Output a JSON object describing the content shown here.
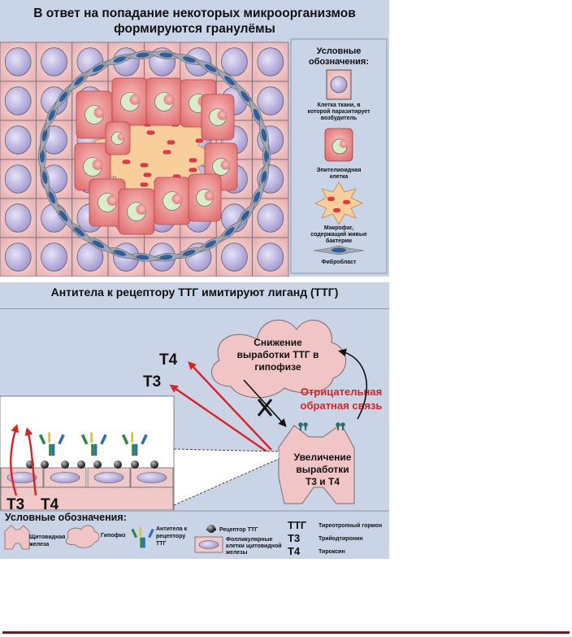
{
  "granuloma": {
    "title_line1": "В ответ на попадание некоторых микроорганизмов",
    "title_line2": "формируются гранулёмы",
    "legend": {
      "title_line1": "Условные",
      "title_line2": "обозначения:",
      "tissue_cell": [
        "Клетка ткани, в",
        "которой паразитирует",
        "возбудитель"
      ],
      "epithelioid_cell": [
        "Эпителиоидная",
        "клетка"
      ],
      "macrophage": [
        "Макрофаг,",
        "содержащий живые",
        "бактерии"
      ],
      "fibroblast": "Фибробласт"
    }
  },
  "antibody": {
    "title": "Антитела к рецептору ТТГ имитируют лиганд (ТТГ)",
    "pituitary_text": [
      "Снижение",
      "выработки ТТГ в",
      "гипофизе"
    ],
    "feedback_label": [
      "Отрицательная",
      "обратная связь"
    ],
    "thyroid_text": [
      "Увеличение",
      "выработки",
      "Т3 и Т4"
    ],
    "t4_label": "Т4",
    "t3_label": "Т3",
    "legend": {
      "title": "Условные обозначения:",
      "thyroid": [
        "Щитовидная",
        "железа"
      ],
      "pituitary": "Гипофиз",
      "antibodies": [
        "Антитела к",
        "рецептору",
        "ТТГ"
      ],
      "receptor": "Рецептор ТТГ",
      "follicular": [
        "Фолликулярные",
        "клетки щитовидной",
        "железы"
      ],
      "abbr": [
        {
          "sym": "ТТГ",
          "desc": "Тиреотропный гормон"
        },
        {
          "sym": "Т3",
          "desc": "Трийодтиронин"
        },
        {
          "sym": "Т4",
          "desc": "Тироксин"
        }
      ]
    }
  },
  "colors": {
    "panel_bg": "#c9d4e6",
    "tissue_cell": "#f2c9c9",
    "nucleus": "#b9b3dd",
    "epithelioid": "#ee8e8e",
    "bacteria_nucleus": "#d7ecc8",
    "fibroblast": "#9fa7b4",
    "fibroblast_nucleus": "#2f5e9e",
    "arrow_red": "#e02020",
    "feedback_red": "#e02020"
  }
}
